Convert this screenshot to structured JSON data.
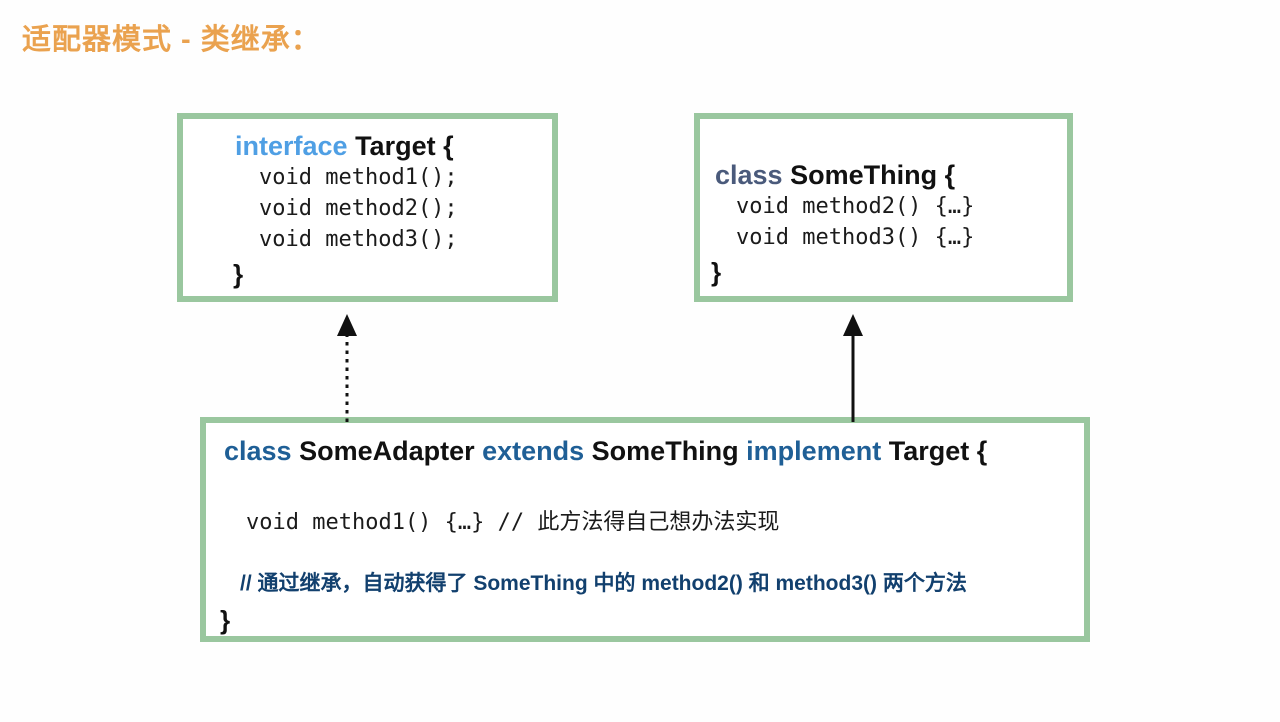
{
  "slide": {
    "title": "适配器模式 - 类继承：",
    "title_color": "#eaa24f",
    "background_color": "#fefefe",
    "box_border_color": "#9ac79f"
  },
  "boxes": {
    "target": {
      "name": "Target",
      "signature": {
        "keyword": "interface",
        "keyword_color": "#4f9fe4",
        "rest": " Target {"
      },
      "methods": [
        "void method1();",
        "void method2();",
        "void method3();"
      ],
      "close_brace": "}"
    },
    "something": {
      "name": "SomeThing",
      "signature": {
        "keyword": "class",
        "keyword_color": "#4a5a7b",
        "rest": " SomeThing {"
      },
      "methods": [
        "void method2() {…}",
        "void method3() {…}"
      ],
      "close_brace": "}"
    },
    "adapter": {
      "name": "SomeAdapter",
      "signature": {
        "kw_class": "class",
        "class_name": " SomeAdapter ",
        "kw_extends": "extends",
        "super_name": " SomeThing ",
        "kw_implement": "implement",
        "tail": " Target {",
        "keyword_color": "#1f5f96"
      },
      "body_impl": "void method1() {…} // 此方法得自己想办法实现",
      "body_comment": "// 通过继承，自动获得了 SomeThing 中的 method2() 和 method3() 两个方法",
      "body_comment_color": "#12406e",
      "close_brace": "}"
    }
  },
  "arrows": [
    {
      "id": "implements",
      "relation": "implements",
      "style": "dotted",
      "from": "SomeAdapter",
      "to": "Target",
      "color": "#111111"
    },
    {
      "id": "extends",
      "relation": "extends",
      "style": "solid",
      "from": "SomeAdapter",
      "to": "SomeThing",
      "color": "#111111"
    }
  ]
}
